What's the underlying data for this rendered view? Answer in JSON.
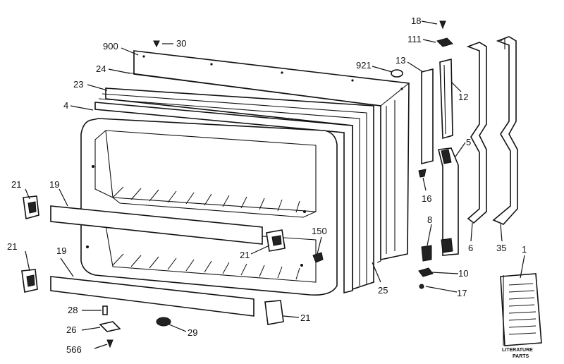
{
  "diagram": {
    "callouts": [
      {
        "id": "c900",
        "text": "900"
      },
      {
        "id": "c30",
        "text": "30"
      },
      {
        "id": "c24",
        "text": "24"
      },
      {
        "id": "c23",
        "text": "23"
      },
      {
        "id": "c4",
        "text": "4"
      },
      {
        "id": "c921",
        "text": "921"
      },
      {
        "id": "c18",
        "text": "18"
      },
      {
        "id": "c111",
        "text": "111"
      },
      {
        "id": "c13",
        "text": "13"
      },
      {
        "id": "c12",
        "text": "12"
      },
      {
        "id": "c5",
        "text": "5"
      },
      {
        "id": "c16",
        "text": "16"
      },
      {
        "id": "c21a",
        "text": "21"
      },
      {
        "id": "c19a",
        "text": "19"
      },
      {
        "id": "c21b",
        "text": "21"
      },
      {
        "id": "c19b",
        "text": "19"
      },
      {
        "id": "c150",
        "text": "150"
      },
      {
        "id": "c21c",
        "text": "21"
      },
      {
        "id": "c8",
        "text": "8"
      },
      {
        "id": "c6",
        "text": "6"
      },
      {
        "id": "c35",
        "text": "35"
      },
      {
        "id": "c10",
        "text": "10"
      },
      {
        "id": "c17",
        "text": "17"
      },
      {
        "id": "c25",
        "text": "25"
      },
      {
        "id": "c1",
        "text": "1"
      },
      {
        "id": "c28",
        "text": "28"
      },
      {
        "id": "c26",
        "text": "26"
      },
      {
        "id": "c29",
        "text": "29"
      },
      {
        "id": "c21d",
        "text": "21"
      },
      {
        "id": "c566",
        "text": "566"
      }
    ],
    "literature_label_line1": "LITERATURE",
    "literature_label_line2": "PARTS"
  }
}
